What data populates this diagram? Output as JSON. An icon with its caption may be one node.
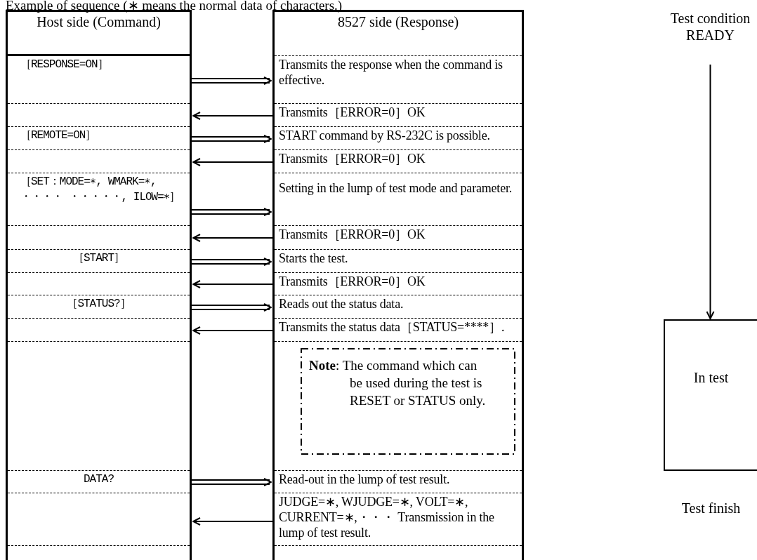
{
  "diagram": {
    "title": "Example of sequence (∗ means the normal data of characters.)",
    "nodes": [
      {
        "text": [
          "Host side (Command)"
        ]
      },
      {
        "text": [
          "8527 side (Response)"
        ]
      },
      {
        "text": [
          "Test condition READY"
        ]
      },
      {
        "text": [
          "［RESPONSE=ON］"
        ],
        "in": 0
      },
      {
        "text": [
          "Transmits the response when the command is effective."
        ],
        "in": 1
      },
      {
        "text": [],
        "shape": "box",
        "in": 0
      },
      {
        "text": [
          "Transmits［ERROR=0］OK"
        ],
        "in": 1
      },
      {
        "text": [
          "［REMOTE=ON］"
        ],
        "in": 0
      },
      {
        "text": [
          "START command by RS-232C is possible."
        ],
        "in": 1
      },
      {
        "text": [],
        "shape": "box",
        "in": 0
      },
      {
        "text": [
          "Transmits［ERROR=0］OK"
        ],
        "in": 1
      },
      {
        "text": [
          "［SET：MODE=∗, WMARK=∗, ・・・・ ・・・・・, ILOW=∗］"
        ],
        "in": 0
      },
      {
        "text": [
          "Setting in the lump of test mode and parameter."
        ],
        "in": 1
      },
      {
        "text": [],
        "shape": "box",
        "in": 0
      },
      {
        "text": [
          "Transmits［ERROR=0］OK"
        ],
        "in": 1
      },
      {
        "text": [
          "［START］"
        ],
        "in": 0
      },
      {
        "text": [
          "Starts the test."
        ],
        "in": 1
      },
      {
        "text": [],
        "shape": "box",
        "in": 0
      },
      {
        "text": [
          "Transmits［ERROR=0］OK"
        ],
        "in": 1
      },
      {
        "text": [
          "［STATUS?］"
        ],
        "in": 0
      },
      {
        "text": [
          "Reads out the status data."
        ],
        "in": 1
      },
      {
        "text": [],
        "shape": "box",
        "in": 0
      },
      {
        "text": [
          "Transmits the status data［STATUS=****］."
        ],
        "in": 1
      },
      {
        "text": [
          "**Note**: The command which can be used during the test is RESET or STATUS only."
        ],
        "in": 1
      },
      {
        "text": [
          "In test"
        ]
      },
      {
        "text": [
          "DATA?"
        ],
        "in": 0
      },
      {
        "text": [
          "Read-out in the lump of test result."
        ],
        "in": 1
      },
      {
        "text": [],
        "shape": "box",
        "in": 0
      },
      {
        "text": [
          "JUDGE=∗,  WJUDGE=∗,  VOLT=∗, CURRENT=∗,・・・ Transmission in the lump of test result."
        ],
        "in": 1
      }
    ],
    "edges": [
      {
        "from": 3,
        "to": 4,
        "arrow": "to"
      },
      {
        "from": 6,
        "to": 5,
        "arrow": "to"
      },
      {
        "from": 7,
        "to": 8,
        "arrow": "to"
      },
      {
        "from": 10,
        "to": 9,
        "arrow": "to"
      },
      {
        "from": 11,
        "to": 12,
        "arrow": "to"
      },
      {
        "from": 14,
        "to": 13,
        "arrow": "to"
      },
      {
        "from": 15,
        "to": 16,
        "arrow": "to"
      },
      {
        "from": 18,
        "to": 17,
        "arrow": "to"
      },
      {
        "from": 19,
        "to": 20,
        "arrow": "to"
      },
      {
        "from": 22,
        "to": 21,
        "arrow": "to"
      },
      {
        "from": 2,
        "to": 24,
        "arrow": "to"
      },
      {
        "from": 25,
        "to": 26,
        "arrow": "to"
      },
      {
        "from": 28,
        "to": 27,
        "arrow": "to"
      }
    ],
    "labels": [
      "Test finish"
    ]
  }
}
